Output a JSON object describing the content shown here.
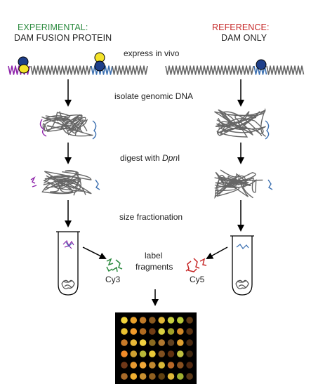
{
  "experimental": {
    "title": "EXPERIMENTAL:",
    "subtitle": "DAM FUSION PROTEIN",
    "label_color": "Cy3"
  },
  "reference": {
    "title": "REFERENCE:",
    "subtitle": "DAM ONLY",
    "label_color": "Cy5"
  },
  "steps": {
    "express": "express in vivo",
    "isolate": "isolate genomic DNA",
    "digest_prefix": "digest with ",
    "digest_enzyme": "Dpn",
    "digest_suffix": "I",
    "size": "size fractionation",
    "label_line1": "label",
    "label_line2": "fragments"
  },
  "colors": {
    "experimental": "#2b8a3e",
    "reference": "#c62828",
    "dna": "#666666",
    "methylated_exp": "#8e24aa",
    "methylated_ref": "#3b6fb0",
    "fusion_yellow": "#f4e32a",
    "dam_blue": "#1e3f8a",
    "microarray_bg": "#000000"
  },
  "icons": {
    "dam_protein": "dam-protein-circle",
    "fusion_protein": "dam-fusion-protein",
    "dna_tangle": "genomic-dna-tangle",
    "tube": "centrifuge-tube",
    "microarray": "microarray-spots"
  }
}
